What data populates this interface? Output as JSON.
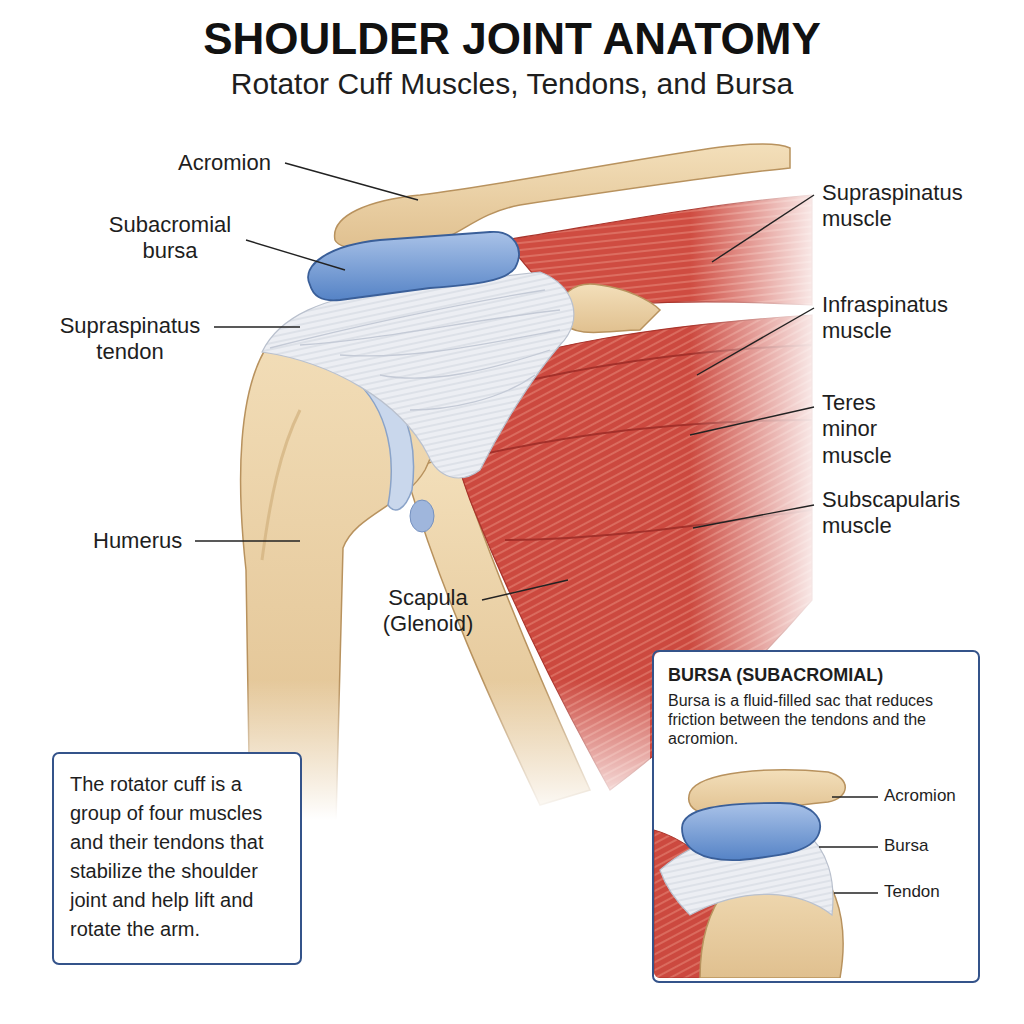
{
  "diagram": {
    "title": "SHOULDER JOINT ANATOMY",
    "nodes": [
      {
        "text": [
          "BURSA (SUBACROMIAL)",
          "Bursa is a fluid-filled sac that reduces friction between the tendons and the acromion."
        ]
      },
      {
        "text": [
          "The rotator cuff is a group of four muscles and their tendons that stabilize the shoulder joint and help lift and rotate the arm."
        ]
      }
    ],
    "labels": [
      "Rotator Cuff Muscles, Tendons, and Bursa",
      "Acromion",
      "Subacromial bursa",
      "Supraspinatus tendon",
      "Humerus",
      "Supraspinatus muscle",
      "Infraspinatus muscle",
      "Teres minor muscle",
      "Subscapularis muscle",
      "Scapula (Glenoid)",
      "Acromion",
      "Bursa",
      "Tendon"
    ]
  }
}
